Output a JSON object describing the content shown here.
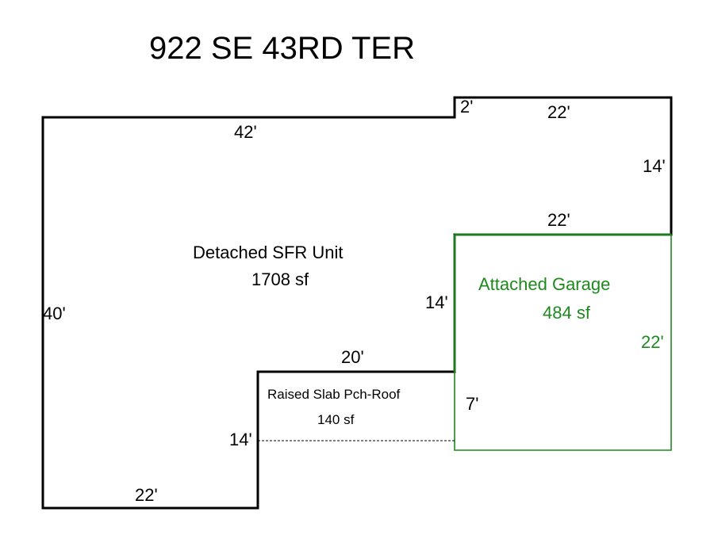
{
  "title": "922 SE 43RD TER",
  "areas": {
    "main": {
      "name": "Detached SFR Unit",
      "area": "1708 sf"
    },
    "garage": {
      "name": "Attached Garage",
      "area": "484 sf"
    },
    "porch": {
      "name": "Raised Slab Pch-Roof",
      "area": "140 sf"
    }
  },
  "dimensions": {
    "top_left": "42'",
    "top_step": "2'",
    "top_right": "22'",
    "right_upper": "14'",
    "garage_top": "22'",
    "garage_right": "22'",
    "left": "40'",
    "bottom": "22'",
    "porch_top": "20'",
    "porch_left": "14'",
    "inner_vertical": "14'",
    "porch_right": "7'"
  },
  "colors": {
    "wall": "#000000",
    "garage": "#1e8a1e",
    "background": "#ffffff"
  }
}
